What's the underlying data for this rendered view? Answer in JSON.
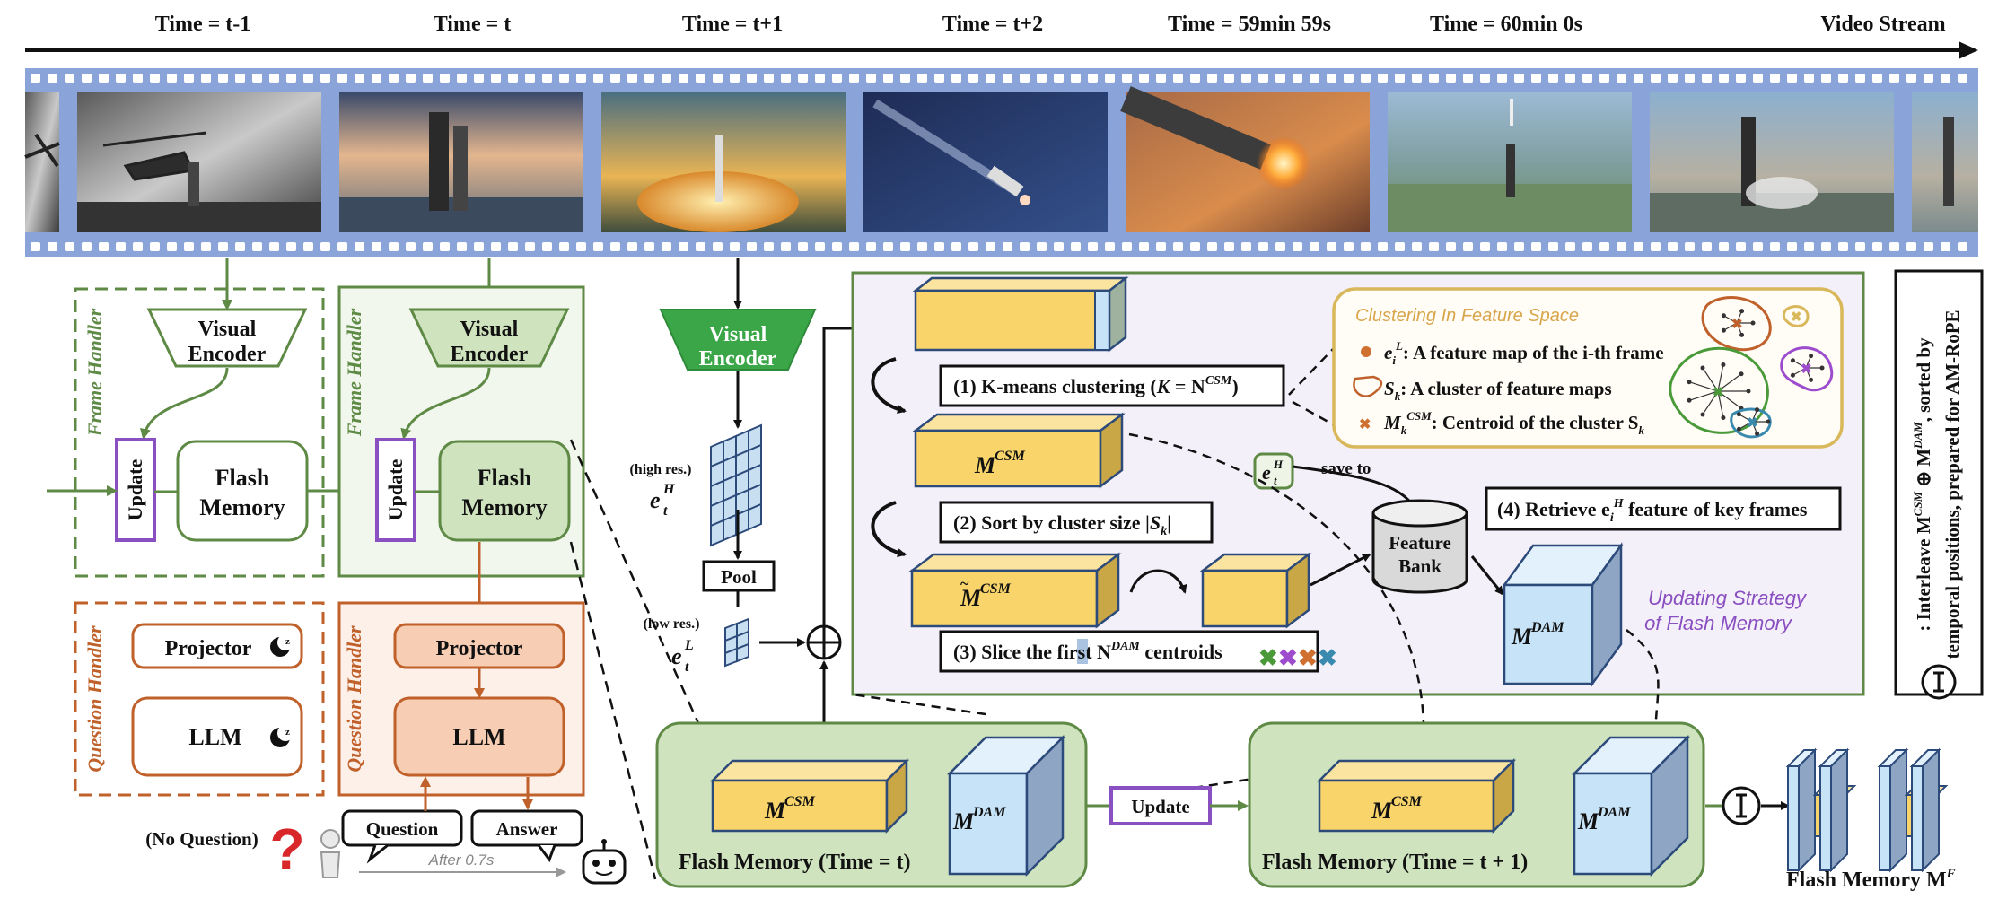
{
  "timeline": {
    "labels": [
      "Time = t-1",
      "Time = t",
      "Time = t+1",
      "Time = t+2",
      "Time = 59min 59s",
      "Time = 60min 0s",
      "Video Stream"
    ]
  },
  "left": {
    "frame_handler_label": "Frame Handler",
    "question_handler_label": "Question Handler",
    "visual_encoder": "Visual Encoder",
    "update": "Update",
    "flash_memory": "Flash Memory",
    "projector": "Projector",
    "llm": "LLM",
    "sleep_icon": "moon-sleep-icon",
    "no_question": "(No Question)",
    "question": "Question",
    "answer": "Answer",
    "after": "After 0.7s"
  },
  "middle": {
    "visual_encoder": "Visual Encoder",
    "high_res": "(high res.)",
    "low_res": "(low res.)",
    "pool": "Pool",
    "e_base": "e",
    "e_sub": "t",
    "e_sup_h": "H",
    "e_sup_l": "L",
    "plus_icon": "circled-plus-icon"
  },
  "strategy": {
    "step1_a": "(1) K-means clustering (",
    "step1_b": "K",
    "step1_c": " = N",
    "step1_sup": "CSM",
    "step1_d": ")",
    "step2_a": "(2) Sort by cluster size |",
    "step2_b": "S",
    "step2_sub": "k",
    "step2_c": "|",
    "step3_a": "(3) Slice the first N",
    "step3_sup": "DAM",
    "step3_b": " centroids",
    "step4_a": "(4) Retrieve e",
    "step4_sub": "i",
    "step4_sup": "H",
    "step4_b": " feature of key frames",
    "save_to": "save to",
    "feature_bank_1": "Feature",
    "feature_bank_2": "Bank",
    "title_1": "Updating Strategy",
    "title_2": "of Flash Memory",
    "m_base": "M",
    "csm": "CSM",
    "dam": "DAM"
  },
  "clustering": {
    "title": "Clustering In Feature Space",
    "item1_sym": "e",
    "item1_sub": "i",
    "item1_sup": "L",
    "item1_text": ": A feature map of the i-th frame",
    "item2_sym": "S",
    "item2_sub": "k",
    "item2_text": ": A cluster of feature maps",
    "item3_sym": "M",
    "item3_sub": "k",
    "item3_sup": "CSM",
    "item3_text": ": Centroid of the cluster S",
    "item3_tail_sub": "k"
  },
  "bottom": {
    "fm_t": "Flash Memory (Time = t)",
    "fm_t1": "Flash Memory (Time = t + 1)",
    "update": "Update",
    "fm_final": "Flash Memory M",
    "fm_final_sup": "F",
    "interleave_icon": "interleave-icon"
  },
  "side_note": {
    "text_a": ": Interleave M",
    "sup1": "CSM",
    "op": " ⊕ M",
    "sup2": "DAM",
    "text_b": ", sorted by",
    "line2": "temporal positions, prepared for AM-RoPE"
  },
  "colors": {
    "green_border": "#5e8a45",
    "green_fill": "#cfe3bf",
    "light_green_bg": "#f1f7ec",
    "orange_border": "#c0612b",
    "orange_fill": "#f7cdb3",
    "purple": "#8a4fc0",
    "yellow": "#f8d46a",
    "blue": "#c7e3f8",
    "film": "#8aa3d8",
    "lavender": "#f3f0fa"
  }
}
